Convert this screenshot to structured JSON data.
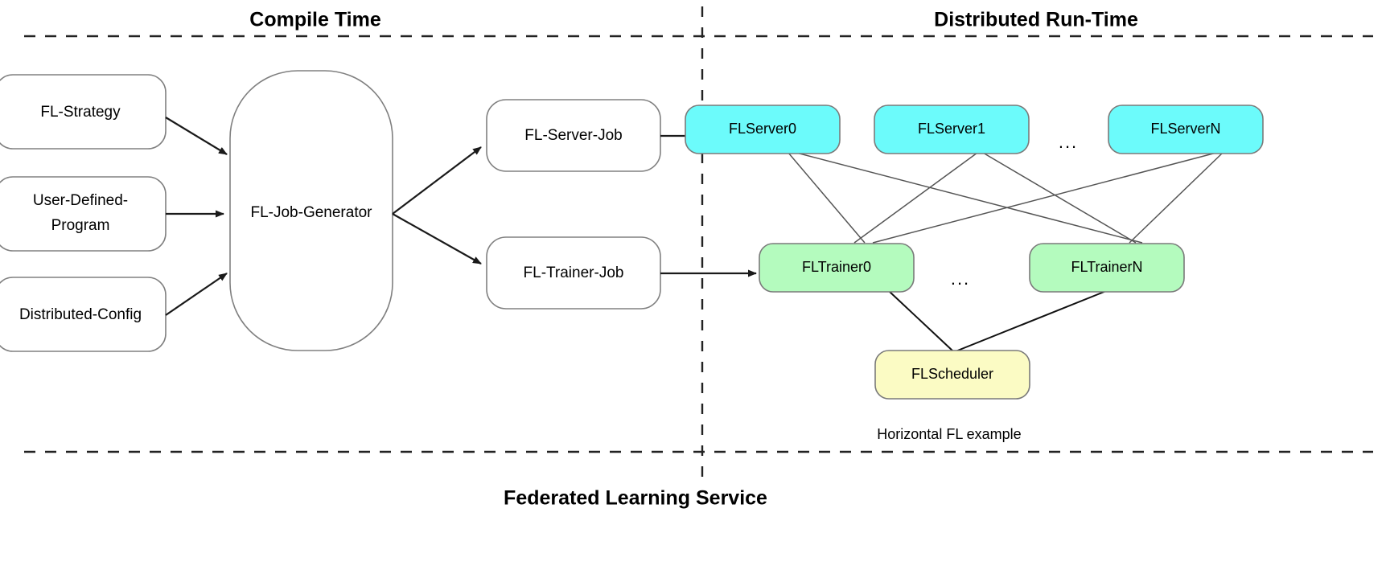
{
  "figure": {
    "footer_title": "Federated Learning Service",
    "phases": [
      {
        "id": "compile",
        "title": "Compile Time"
      },
      {
        "id": "runtime",
        "title": "Distributed Run-Time"
      }
    ],
    "runtime_caption": "Horizontal FL example",
    "ellipsis": "...",
    "colors": {
      "server_fill": "#6CFBFB",
      "trainer_fill": "#B4FBBE",
      "scheduler_fill": "#FBFBC4",
      "plain_fill": "#FFFFFF",
      "plain_stroke": "#808080",
      "colored_stroke": "#7A7A7A",
      "divider_stroke": "#222222",
      "arrow_stroke": "#1A1A1A",
      "mesh_stroke": "#555555",
      "text": "#000000"
    }
  },
  "compile_time": {
    "inputs": [
      {
        "id": "fl-strategy",
        "label": "FL-Strategy"
      },
      {
        "id": "user-defined-program",
        "label_line1": "User-Defined-",
        "label_line2": "Program"
      },
      {
        "id": "distributed-config",
        "label": "Distributed-Config"
      }
    ],
    "generator": {
      "id": "fl-job-generator",
      "label": "FL-Job-Generator"
    },
    "jobs": [
      {
        "id": "fl-server-job",
        "label": "FL-Server-Job"
      },
      {
        "id": "fl-trainer-job",
        "label": "FL-Trainer-Job"
      }
    ]
  },
  "runtime": {
    "servers": [
      {
        "id": "flserver0",
        "label": "FLServer0"
      },
      {
        "id": "flserver1",
        "label": "FLServer1"
      },
      {
        "id": "flservern",
        "label": "FLServerN"
      }
    ],
    "trainers": [
      {
        "id": "fltrainer0",
        "label": "FLTrainer0"
      },
      {
        "id": "fltrainern",
        "label": "FLTrainerN"
      }
    ],
    "scheduler": {
      "id": "flscheduler",
      "label": "FLScheduler"
    }
  }
}
